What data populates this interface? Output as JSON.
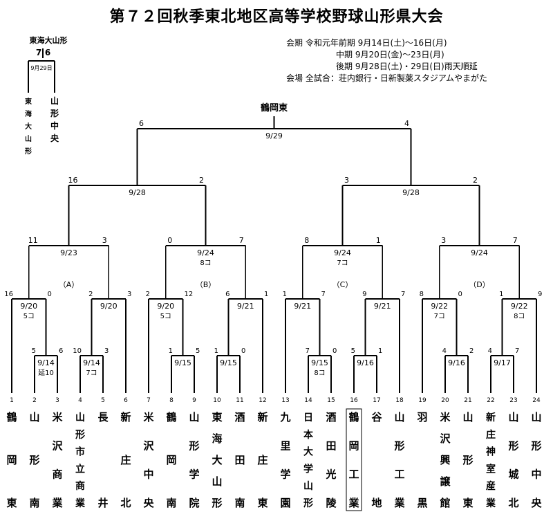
{
  "title": "第７２回秋季東北地区高等学校野球山形県大会",
  "schedule": {
    "rows": [
      "会期 令和元年前期 9月14日(土)～16日(月)",
      "　　　　　　中期 9月20日(金)～23日(月)",
      "　　　　　　後期 9月28日(土)・29日(日)雨天順延",
      "会場 全試合：荘内銀行・日新製薬スタジアムやまがた"
    ]
  },
  "champion": "鶴岡東",
  "playoff": {
    "title": "東海大山形",
    "score_left": "7",
    "score_right": "6",
    "date": "9月29日",
    "team_left": "東海大山形",
    "team_right": "山形中央"
  },
  "blocks": [
    "（A）",
    "（B）",
    "（C）",
    "（D）"
  ],
  "teams": [
    {
      "seed": "1",
      "name": "鶴岡東"
    },
    {
      "seed": "2",
      "name": "山形南"
    },
    {
      "seed": "3",
      "name": "米沢商業"
    },
    {
      "seed": "4",
      "name": "山形市立商業"
    },
    {
      "seed": "5",
      "name": "長井"
    },
    {
      "seed": "6",
      "name": "新庄北"
    },
    {
      "seed": "7",
      "name": "米沢中央"
    },
    {
      "seed": "8",
      "name": "鶴岡南"
    },
    {
      "seed": "9",
      "name": "山形学院"
    },
    {
      "seed": "10",
      "name": "東海大山形"
    },
    {
      "seed": "11",
      "name": "酒田南"
    },
    {
      "seed": "12",
      "name": "新庄東"
    },
    {
      "seed": "13",
      "name": "九里学園"
    },
    {
      "seed": "14",
      "name": "日本大学山形"
    },
    {
      "seed": "15",
      "name": "酒田光陵"
    },
    {
      "seed": "16",
      "name": "鶴岡工業"
    },
    {
      "seed": "17",
      "name": "谷地"
    },
    {
      "seed": "18",
      "name": "山形工業"
    },
    {
      "seed": "19",
      "name": "羽黒"
    },
    {
      "seed": "20",
      "name": "米沢興譲館"
    },
    {
      "seed": "21",
      "name": "山形東"
    },
    {
      "seed": "22",
      "name": "新庄神室産業"
    },
    {
      "seed": "23",
      "name": "山形城北"
    },
    {
      "seed": "24",
      "name": "山形中央"
    }
  ],
  "games": [
    {
      "id": "r0-1",
      "date": "9/14",
      "note": "延10",
      "score_left": "5",
      "score_right": "6"
    },
    {
      "id": "r0-2",
      "date": "9/14",
      "note": "7コ",
      "score_left": "10",
      "score_right": "3"
    },
    {
      "id": "r0-3",
      "date": "9/15",
      "note": "",
      "score_left": "1",
      "score_right": "5"
    },
    {
      "id": "r0-4",
      "date": "9/15",
      "note": "",
      "score_left": "1",
      "score_right": "0"
    },
    {
      "id": "r0-5",
      "date": "9/15",
      "note": "8コ",
      "score_left": "7",
      "score_right": "0"
    },
    {
      "id": "r0-6",
      "date": "9/16",
      "note": "",
      "score_left": "5",
      "score_right": "1"
    },
    {
      "id": "r0-7",
      "date": "9/16",
      "note": "",
      "score_left": "4",
      "score_right": "2"
    },
    {
      "id": "r0-8",
      "date": "9/17",
      "note": "",
      "score_left": "4",
      "score_right": "7"
    },
    {
      "id": "r1-1",
      "date": "9/20",
      "note": "5コ",
      "score_left": "16",
      "score_right": "0"
    },
    {
      "id": "r1-2",
      "date": "9/20",
      "note": "",
      "score_left": "2",
      "score_right": "3"
    },
    {
      "id": "r1-3",
      "date": "9/20",
      "note": "5コ",
      "score_left": "2",
      "score_right": "12"
    },
    {
      "id": "r1-4",
      "date": "9/21",
      "note": "",
      "score_left": "6",
      "score_right": "1"
    },
    {
      "id": "r1-5",
      "date": "9/21",
      "note": "",
      "score_left": "1",
      "score_right": "7"
    },
    {
      "id": "r1-6",
      "date": "9/21",
      "note": "",
      "score_left": "9",
      "score_right": "7"
    },
    {
      "id": "r1-7",
      "date": "9/22",
      "note": "7コ",
      "score_left": "8",
      "score_right": "0"
    },
    {
      "id": "r1-8",
      "date": "9/22",
      "note": "8コ",
      "score_left": "1",
      "score_right": "9"
    },
    {
      "id": "r2-1",
      "date": "9/23",
      "note": "",
      "score_left": "11",
      "score_right": "3"
    },
    {
      "id": "r2-2",
      "date": "9/24",
      "note": "8コ",
      "score_left": "0",
      "score_right": "7"
    },
    {
      "id": "r2-3",
      "date": "9/24",
      "note": "7コ",
      "score_left": "8",
      "score_right": "1"
    },
    {
      "id": "r2-4",
      "date": "9/24",
      "note": "",
      "score_left": "3",
      "score_right": "7"
    },
    {
      "id": "r3-1",
      "date": "9/28",
      "note": "",
      "score_left": "16",
      "score_right": "2"
    },
    {
      "id": "r3-2",
      "date": "9/28",
      "note": "",
      "score_left": "3",
      "score_right": "2"
    },
    {
      "id": "r4-1",
      "date": "9/29",
      "note": "",
      "score_left": "6",
      "score_right": "4"
    }
  ]
}
